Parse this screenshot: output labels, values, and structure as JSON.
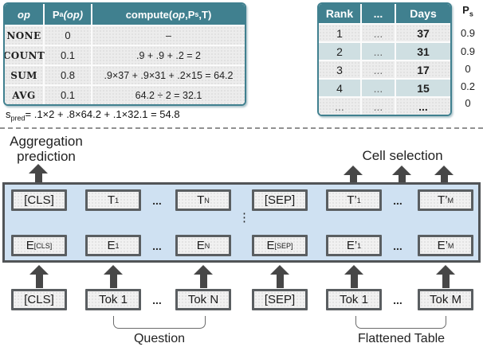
{
  "op_table": {
    "header": {
      "op": "op",
      "pa_main": "P",
      "pa_sub": "a",
      "pa_post": "(op)",
      "c_pre": "compute(",
      "c_op": "op",
      "c_mid": ",P",
      "c_sub": "s",
      "c_post": ",T)"
    },
    "rows": [
      {
        "op": "NONE",
        "pa": "0",
        "compute": "–"
      },
      {
        "op": "COUNT",
        "pa": "0.1",
        "compute": ".9 + .9 + .2 = 2"
      },
      {
        "op": "SUM",
        "pa": "0.8",
        "compute": ".9×37 + .9×31 + .2×15 = 64.2"
      },
      {
        "op": "AVG",
        "pa": "0.1",
        "compute": "64.2 ÷ 2 = 32.1"
      }
    ],
    "spred_main": "s",
    "spred_sub": "pred",
    "spred_formula": "= .1×2 + .8×64.2 + .1×32.1 = 54.8"
  },
  "rank_table": {
    "headers": {
      "rank": "Rank",
      "mid": "...",
      "days": "Days"
    },
    "ps_main": "P",
    "ps_sub": "s",
    "rows": [
      {
        "rank": "1",
        "mid": "...",
        "days": "37",
        "ps": "0.9"
      },
      {
        "rank": "2",
        "mid": "...",
        "days": "31",
        "ps": "0.9"
      },
      {
        "rank": "3",
        "mid": "...",
        "days": "17",
        "ps": "0"
      },
      {
        "rank": "4",
        "mid": "...",
        "days": "15",
        "ps": "0.2"
      },
      {
        "rank": "...",
        "mid": "...",
        "days": "...",
        "ps": "0"
      }
    ]
  },
  "diagram": {
    "agg_line1": "Aggregation",
    "agg_line2": "prediction",
    "cell_label": "Cell selection",
    "question_label": "Question",
    "flattened_label": "Flattened Table",
    "dots_h": "...",
    "dots_v": "⋮",
    "t_row": {
      "b0": "[CLS]",
      "b1_m": "T",
      "b1_s": "1",
      "b2_m": "T",
      "b2_s": "N",
      "b3": "[SEP]",
      "b4_m": "T’",
      "b4_s": "1",
      "b5_m": "T’",
      "b5_s": "M"
    },
    "e_row": {
      "b0_m": "E",
      "b0_s": "[CLS]",
      "b1_m": "E",
      "b1_s": "1",
      "b2_m": "E",
      "b2_s": "N",
      "b3_m": "E",
      "b3_s": "[SEP]",
      "b4_m": "E’",
      "b4_s": "1",
      "b5_m": "E’",
      "b5_s": "M"
    },
    "tok_row": {
      "b0": "[CLS]",
      "b1": "Tok 1",
      "b2": "Tok N",
      "b3": "[SEP]",
      "b4": "Tok 1",
      "b5": "Tok M"
    }
  },
  "colors": {
    "teal": "#40808f",
    "light_teal": "#cfdfe2",
    "light_gray": "#ececec",
    "blue_box": "#cfe1f2",
    "arrow": "#474747"
  }
}
